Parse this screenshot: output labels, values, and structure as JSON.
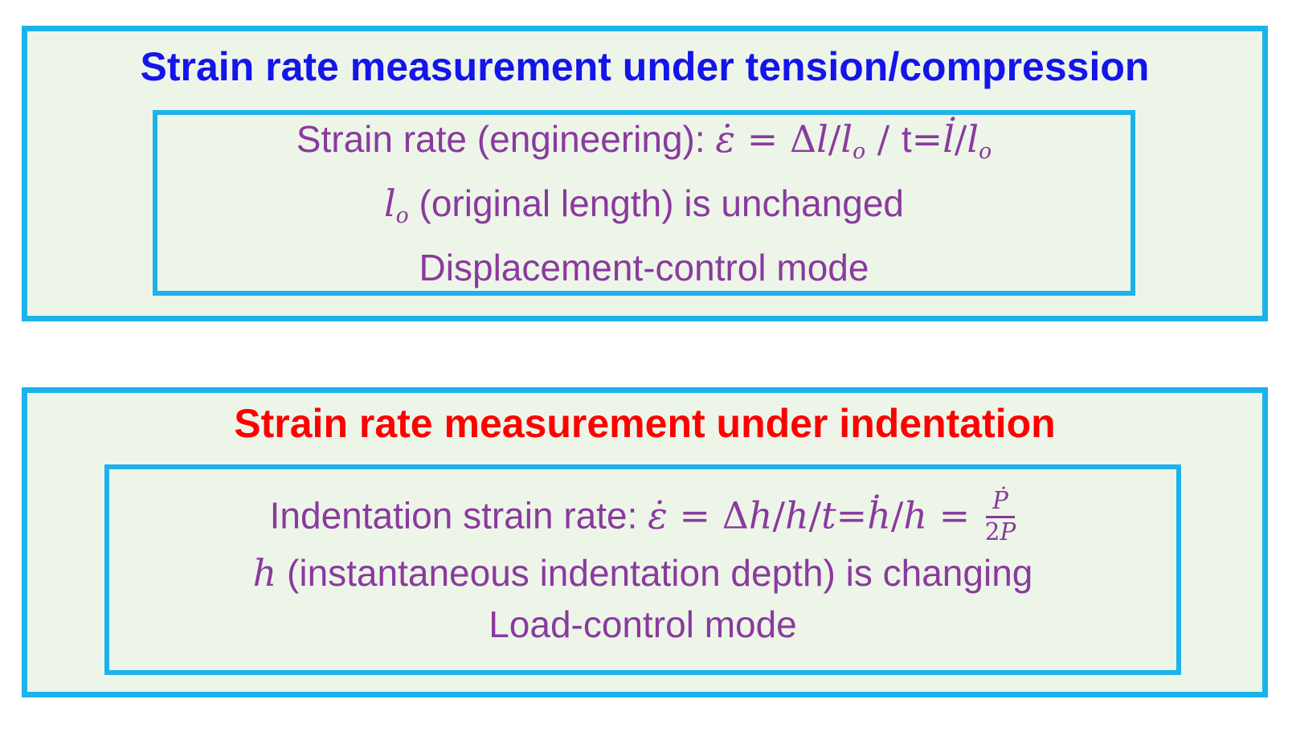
{
  "colors": {
    "page_bg": "#ffffff",
    "panel_bg": "#edf5e8",
    "border": "#1cb2ec",
    "title_tension": "#1414eb",
    "title_indentation": "#fe0000",
    "body_text": "#8a3a9e"
  },
  "tension": {
    "title": "Strain rate measurement under tension/compression",
    "lines": [
      [
        {
          "s": "sans",
          "t": "Strain rate (engineering): "
        },
        {
          "s": "mi",
          "t": "ε̇"
        },
        {
          "s": "mr",
          "t": " = Δ"
        },
        {
          "s": "mi",
          "t": "l"
        },
        {
          "s": "mr",
          "t": "/"
        },
        {
          "s": "mi",
          "t": "l"
        },
        {
          "s": "msub",
          "t": "o"
        },
        {
          "s": "mr",
          "t": " / "
        },
        {
          "s": "sans",
          "t": "t"
        },
        {
          "s": "mr",
          "t": "="
        },
        {
          "s": "mi",
          "t": "l̇"
        },
        {
          "s": "mr",
          "t": "/"
        },
        {
          "s": "mi",
          "t": "l"
        },
        {
          "s": "msub",
          "t": "o"
        }
      ],
      [
        {
          "s": "mi",
          "t": "l"
        },
        {
          "s": "msub",
          "t": "o"
        },
        {
          "s": "sans",
          "t": " (original length) is unchanged"
        }
      ],
      [
        {
          "s": "sans",
          "t": "Displacement-control mode"
        }
      ]
    ]
  },
  "indentation": {
    "title": "Strain rate measurement under indentation",
    "lines": [
      [
        {
          "s": "sans",
          "t": "Indentation strain rate: "
        },
        {
          "s": "mi",
          "t": "ε̇"
        },
        {
          "s": "mr",
          "t": " = Δ"
        },
        {
          "s": "mi",
          "t": "h"
        },
        {
          "s": "mr",
          "t": "/"
        },
        {
          "s": "mi",
          "t": "h"
        },
        {
          "s": "mr",
          "t": "/"
        },
        {
          "s": "mi",
          "t": "t"
        },
        {
          "s": "mr",
          "t": "="
        },
        {
          "s": "mi",
          "t": "ḣ"
        },
        {
          "s": "mr",
          "t": "/"
        },
        {
          "s": "mi",
          "t": "h"
        },
        {
          "s": "mr",
          "t": " = "
        },
        {
          "s": "frac",
          "num": [
            {
              "s": "mi",
              "t": "Ṗ"
            }
          ],
          "den": [
            {
              "s": "mr",
              "t": "2"
            },
            {
              "s": "mi",
              "t": "P"
            }
          ]
        }
      ],
      [
        {
          "s": "mi",
          "t": "h"
        },
        {
          "s": "sans",
          "t": " (instantaneous indentation depth) is changing"
        }
      ],
      [
        {
          "s": "sans",
          "t": "Load-control mode"
        }
      ]
    ]
  }
}
